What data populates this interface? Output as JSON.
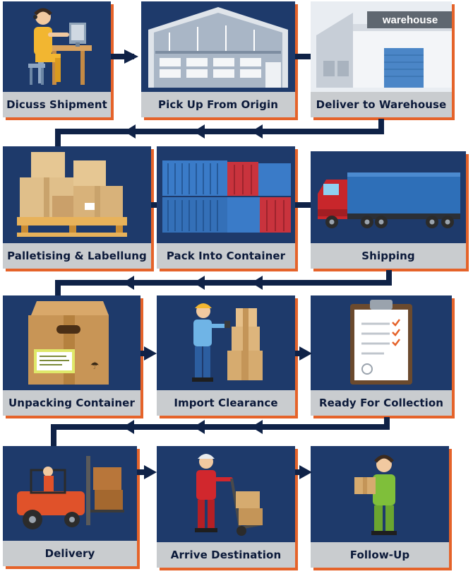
{
  "steps": [
    {
      "label": "Dicuss Shipment",
      "icon": "customer-service-agent-icon"
    },
    {
      "label": "Pick Up From Origin",
      "icon": "pickup-warehouse-icon"
    },
    {
      "label": "Deliver to Warehouse",
      "icon": "warehouse-building-icon"
    },
    {
      "label": "Palletising & Labellung",
      "icon": "pallet-boxes-icon"
    },
    {
      "label": "Pack Into Container",
      "icon": "shipping-containers-icon"
    },
    {
      "label": "Shipping",
      "icon": "truck-icon"
    },
    {
      "label": "Unpacking Container",
      "icon": "open-box-icon"
    },
    {
      "label": "Import Clearance",
      "icon": "customs-inspector-icon"
    },
    {
      "label": "Ready For Collection",
      "icon": "clipboard-checklist-icon"
    },
    {
      "label": "Delivery",
      "icon": "forklift-icon"
    },
    {
      "label": "Arrive Destination",
      "icon": "hand-truck-worker-icon"
    },
    {
      "label": "Follow-Up",
      "icon": "courier-with-parcel-icon"
    }
  ],
  "warehouse_sign": "warehouse",
  "colors": {
    "card": "#1e3a6b",
    "label_band": "#c9cccf",
    "accent_shadow": "#e5632a",
    "arrow": "#0f2247"
  }
}
